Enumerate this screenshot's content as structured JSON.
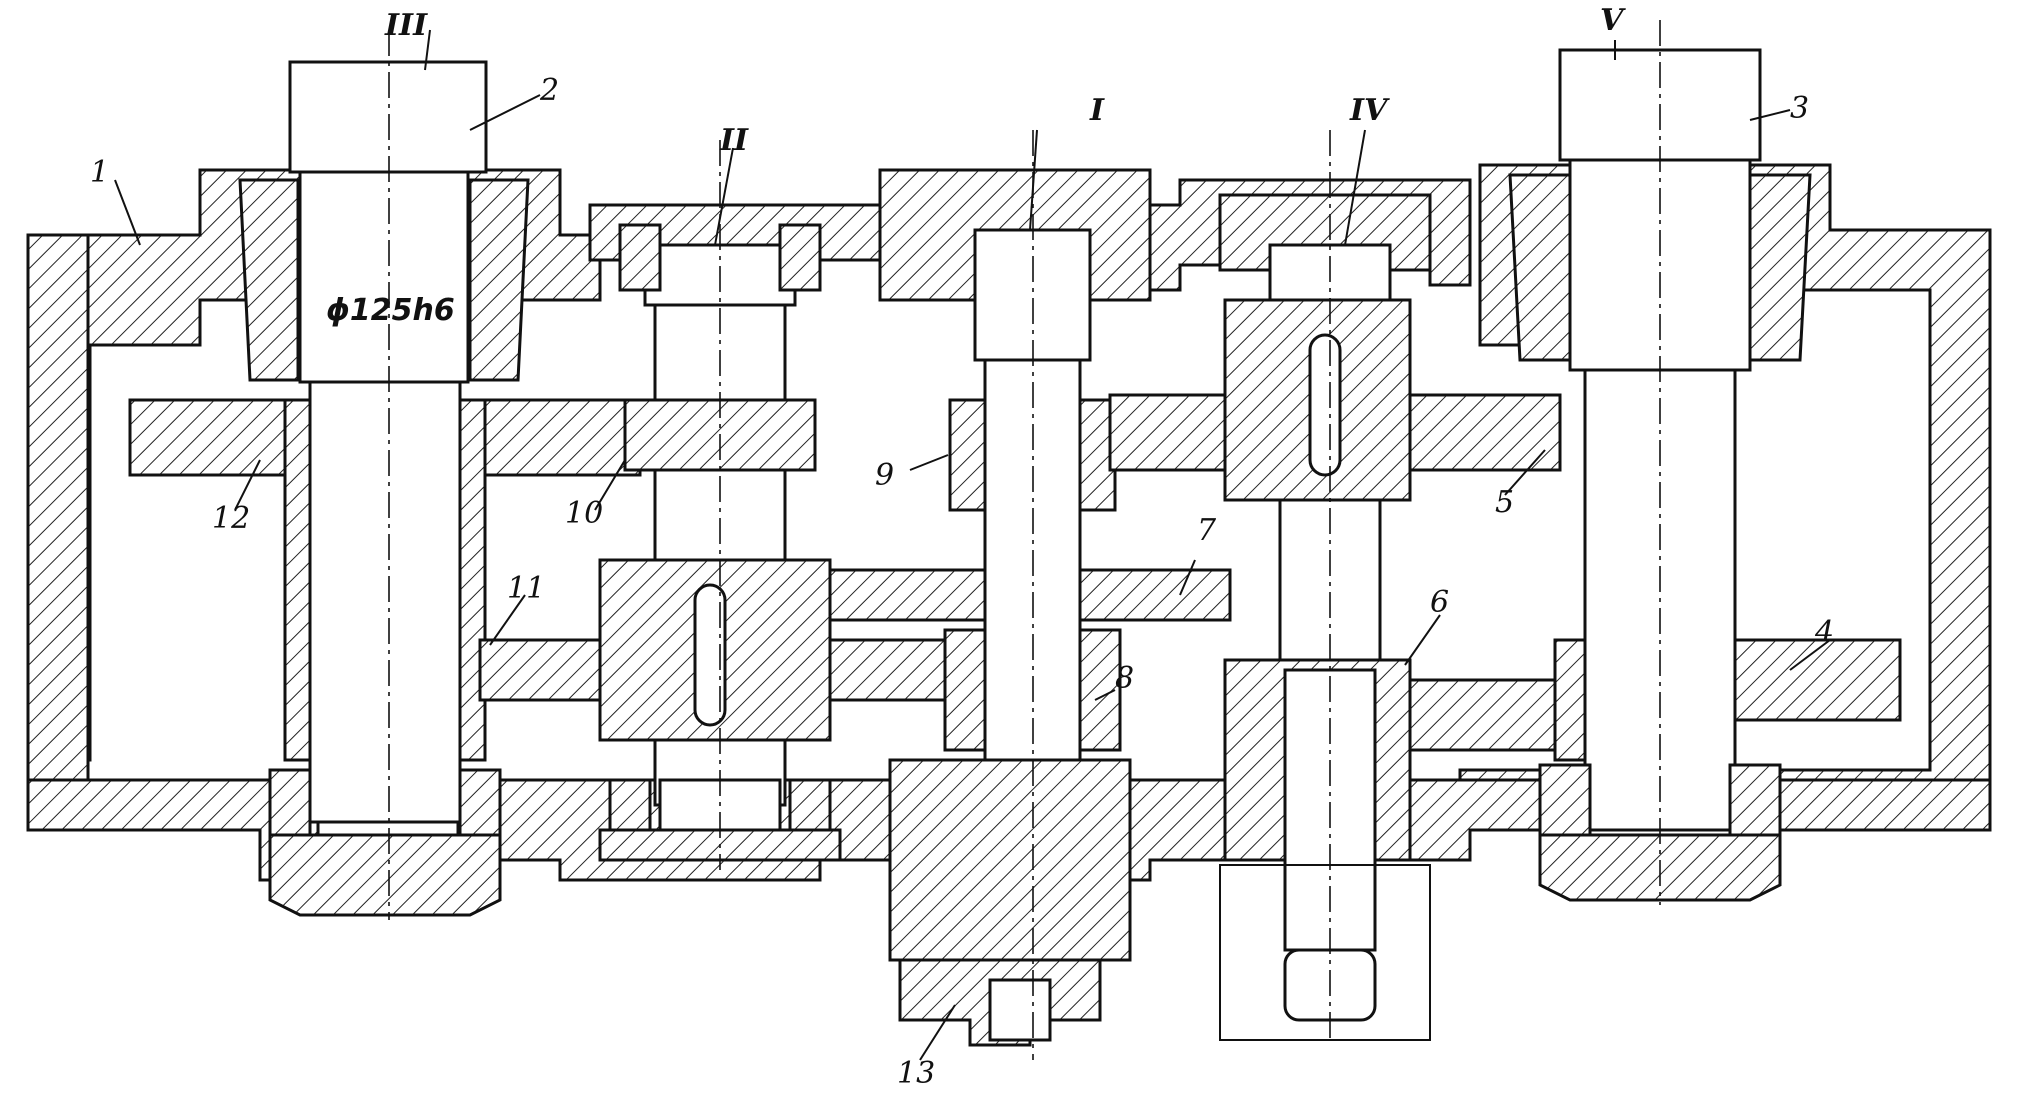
{
  "labels": {
    "shaft_III": "III",
    "shaft_II": "II",
    "shaft_I": "I",
    "shaft_IV": "IV",
    "shaft_V": "V",
    "part_1": "1",
    "part_2": "2",
    "part_3": "3",
    "part_4": "4",
    "part_5": "5",
    "part_6": "6",
    "part_7": "7",
    "part_8": "8",
    "part_9": "9",
    "part_10": "10",
    "part_11": "11",
    "part_12": "12",
    "part_13": "13"
  },
  "dimension": "ϕ125h6"
}
